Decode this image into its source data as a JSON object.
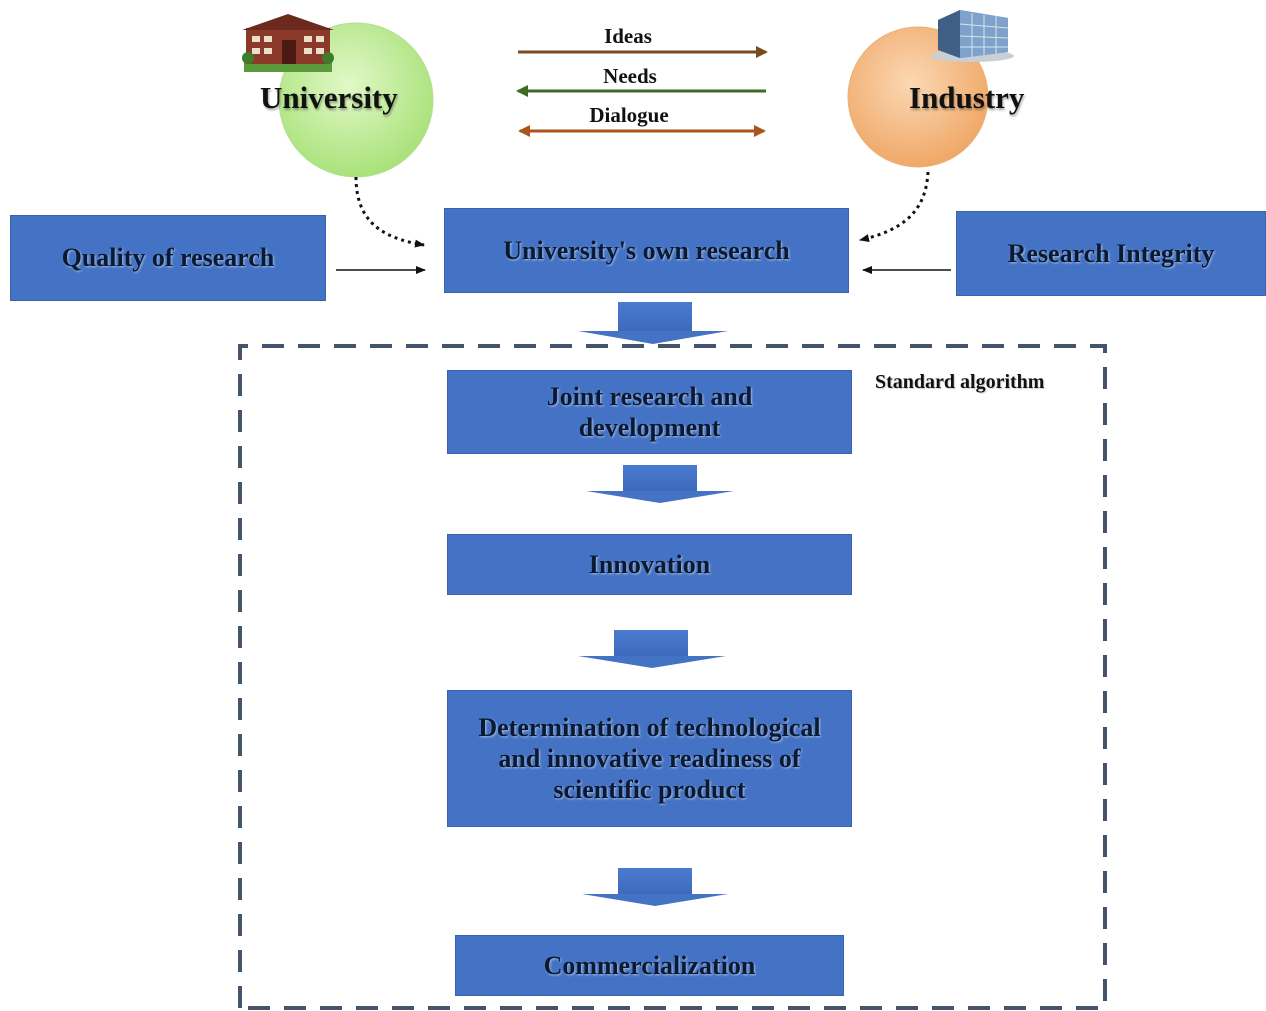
{
  "actors": {
    "university": "University",
    "industry": "Industry"
  },
  "exchange": {
    "ideas": "Ideas",
    "needs": "Needs",
    "dialogue": "Dialogue"
  },
  "inputs": {
    "quality": "Quality of research",
    "own_research": "University's own research",
    "integrity": "Research Integrity"
  },
  "standard_algorithm": {
    "label": "Standard algorithm",
    "steps": [
      "Joint research and development",
      "Innovation",
      "Determination of technological and innovative readiness of scientific product",
      "Commercialization"
    ]
  },
  "colors": {
    "box_fill": "#4472c4",
    "university_circle": "#c6f0a0",
    "industry_circle": "#f7c18e",
    "ideas_arrow": "#7a4a1e",
    "needs_arrow": "#3e6b22",
    "dialogue_arrow": "#a9541a",
    "dashed_frame": "#44546a"
  },
  "icons": [
    "school-building-icon",
    "office-building-icon"
  ]
}
